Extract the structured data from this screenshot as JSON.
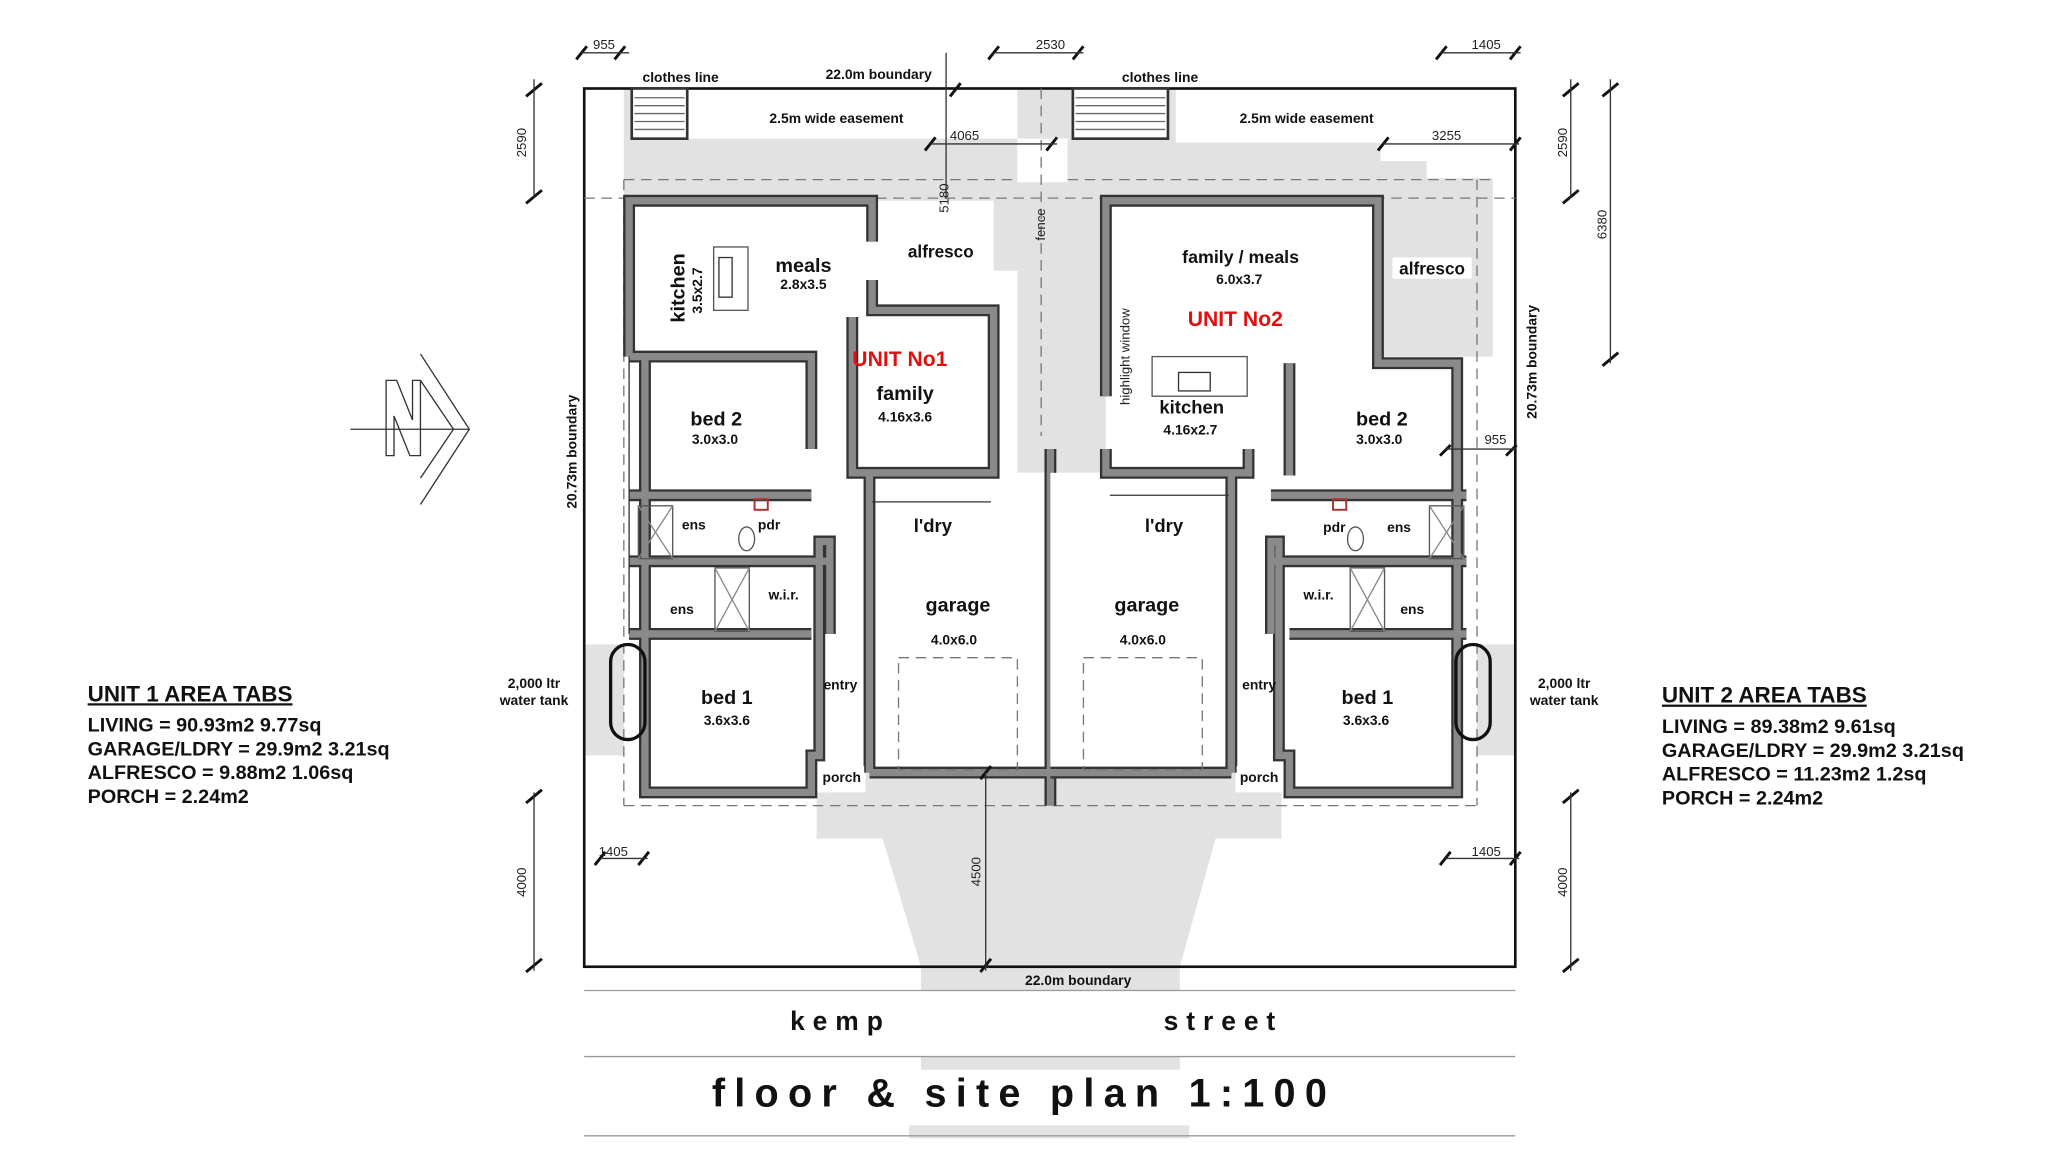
{
  "title": "floor & site plan 1:100",
  "street": {
    "left": "kemp",
    "right": "street"
  },
  "boundaries": {
    "top": "22.0m boundary",
    "bottom": "22.0m boundary",
    "left": "20.73m boundary",
    "right": "20.73m boundary"
  },
  "dimensions": {
    "top_left": "955",
    "top_mid": "2530",
    "top_right": "1405",
    "u1_rear": "4065",
    "u2_rear": "3255",
    "u1_depth": "5180",
    "left_rear": "2590",
    "right_rear": "2590",
    "right_rear_total": "6380",
    "u2_side": "955",
    "front_left": "1405",
    "front_right": "1405",
    "drive": "4500",
    "left_front": "4000",
    "right_front": "4000"
  },
  "site_labels": {
    "clothes_line_1": "clothes line",
    "clothes_line_2": "clothes line",
    "easement_1": "2.5m wide easement",
    "easement_2": "2.5m wide easement",
    "fence": "fence",
    "highlight_window": "highlight window",
    "tank_1": [
      "2,000 ltr",
      "water tank"
    ],
    "tank_2": [
      "2,000 ltr",
      "water tank"
    ]
  },
  "unit1": {
    "name": "UNIT No1",
    "rooms": {
      "kitchen": "kitchen",
      "kitchen_size": "3.5x2.7",
      "meals": "meals",
      "meals_size": "2.8x3.5",
      "alfresco": "alfresco",
      "family": "family",
      "family_size": "4.16x3.6",
      "bed2": "bed 2",
      "bed2_size": "3.0x3.0",
      "ens_top": "ens",
      "pdr": "pdr",
      "ens_bottom": "ens",
      "wir": "w.i.r.",
      "ldry": "l'dry",
      "garage": "garage",
      "garage_size": "4.0x6.0",
      "entry": "entry",
      "bed1": "bed 1",
      "bed1_size": "3.6x3.6",
      "porch": "porch"
    },
    "area_tabs": {
      "heading": "UNIT 1 AREA TABS",
      "lines": [
        "LIVING = 90.93m2  9.77sq",
        "GARAGE/LDRY = 29.9m2  3.21sq",
        "ALFRESCO = 9.88m2  1.06sq",
        "PORCH = 2.24m2"
      ]
    }
  },
  "unit2": {
    "name": "UNIT No2",
    "rooms": {
      "family_meals": "family / meals",
      "family_meals_size": "6.0x3.7",
      "alfresco": "alfresco",
      "kitchen": "kitchen",
      "kitchen_size": "4.16x2.7",
      "bed2": "bed 2",
      "bed2_size": "3.0x3.0",
      "pdr": "pdr",
      "ens_top": "ens",
      "wir": "w.i.r.",
      "ens_bottom": "ens",
      "ldry": "l'dry",
      "garage": "garage",
      "garage_size": "4.0x6.0",
      "entry": "entry",
      "bed1": "bed 1",
      "bed1_size": "3.6x3.6",
      "porch": "porch"
    },
    "area_tabs": {
      "heading": "UNIT 2 AREA TABS",
      "lines": [
        "LIVING = 89.38m2  9.61sq",
        "GARAGE/LDRY = 29.9m2  3.21sq",
        "ALFRESCO = 11.23m2  1.2sq",
        "PORCH = 2.24m2"
      ]
    },
    "colors": {
      "unit_label": "#e01010",
      "wall": "#8a8a8a",
      "shade": "#e2e2e2"
    }
  }
}
